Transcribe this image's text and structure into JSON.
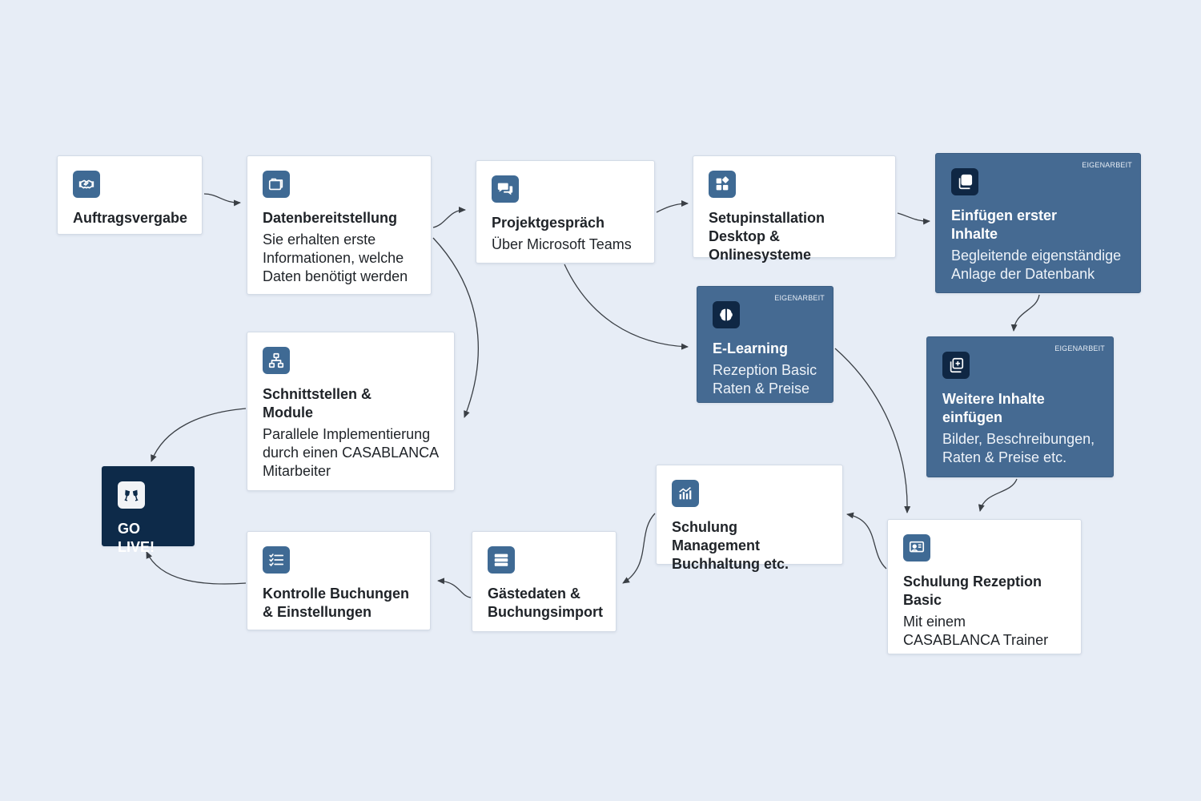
{
  "steps": [
    {
      "title": "Auftragsvergabe",
      "desc": "",
      "icon": "handshake-icon"
    },
    {
      "title": "Datenbereitstellung",
      "desc": "Sie erhalten erste Informationen, welche Daten benötigt werden",
      "icon": "folders-icon"
    },
    {
      "title": "Projektgespräch",
      "desc": "Über Microsoft Teams",
      "icon": "chat-icon"
    },
    {
      "title": "Setupinstallation Desktop & Onlinesysteme",
      "desc": "",
      "icon": "apps-icon"
    },
    {
      "title": "Einfügen erster Inhalte",
      "desc": "Begleitende eigenständige Anlage der Datenbank",
      "icon": "copy-icon",
      "badge": "EIGENARBEIT"
    },
    {
      "title": "E-Learning",
      "desc": "Rezeption Basic Raten & Preise",
      "icon": "brain-icon",
      "badge": "EIGENARBEIT"
    },
    {
      "title": "Weitere Inhalte einfügen",
      "desc": "Bilder, Beschreibungen, Raten & Preise etc.",
      "icon": "add-copy-icon",
      "badge": "EIGENARBEIT"
    },
    {
      "title": "Schulung Rezeption Basic",
      "desc": "Mit einem CASABLANCA Trainer",
      "icon": "presentation-icon"
    },
    {
      "title": "Schulung Management Buchhaltung etc.",
      "desc": "",
      "icon": "analytics-icon"
    },
    {
      "title": "Gästedaten & Buchungsimport",
      "desc": "",
      "icon": "database-icon"
    },
    {
      "title": "Kontrolle Buchungen & Einstellungen",
      "desc": "",
      "icon": "checklist-icon"
    },
    {
      "title": "Schnittstellen & Module",
      "desc": "Parallele Implementierung durch einen CASABLANCA Mitarbeiter",
      "icon": "network-icon"
    },
    {
      "title": "GO LIVE!",
      "desc": "",
      "icon": "cheers-icon"
    }
  ],
  "colors": {
    "background": "#e7edf6",
    "card": "#ffffff",
    "accent": "#456a92",
    "icon": "#3f6a94",
    "golive": "#0d2a49",
    "arrow": "#3a3f45"
  }
}
